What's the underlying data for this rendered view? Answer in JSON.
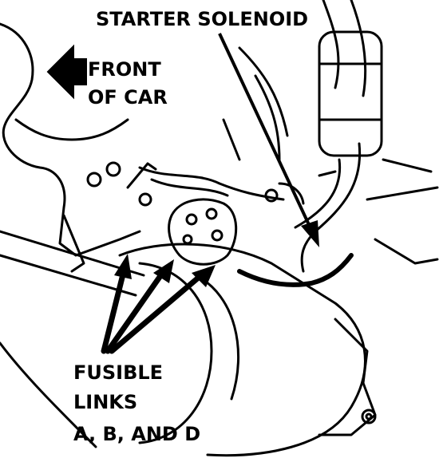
{
  "labels": {
    "starter_solenoid": "STARTER SOLENOID",
    "front_line1": "FRONT",
    "front_line2": "OF CAR",
    "fusible_line1": "FUSIBLE",
    "fusible_line2": "LINKS",
    "fusible_line3": "A, B, AND D"
  },
  "colors": {
    "ink": "#000000",
    "paper": "#ffffff"
  },
  "icons": {
    "direction": "arrow-left-icon"
  }
}
